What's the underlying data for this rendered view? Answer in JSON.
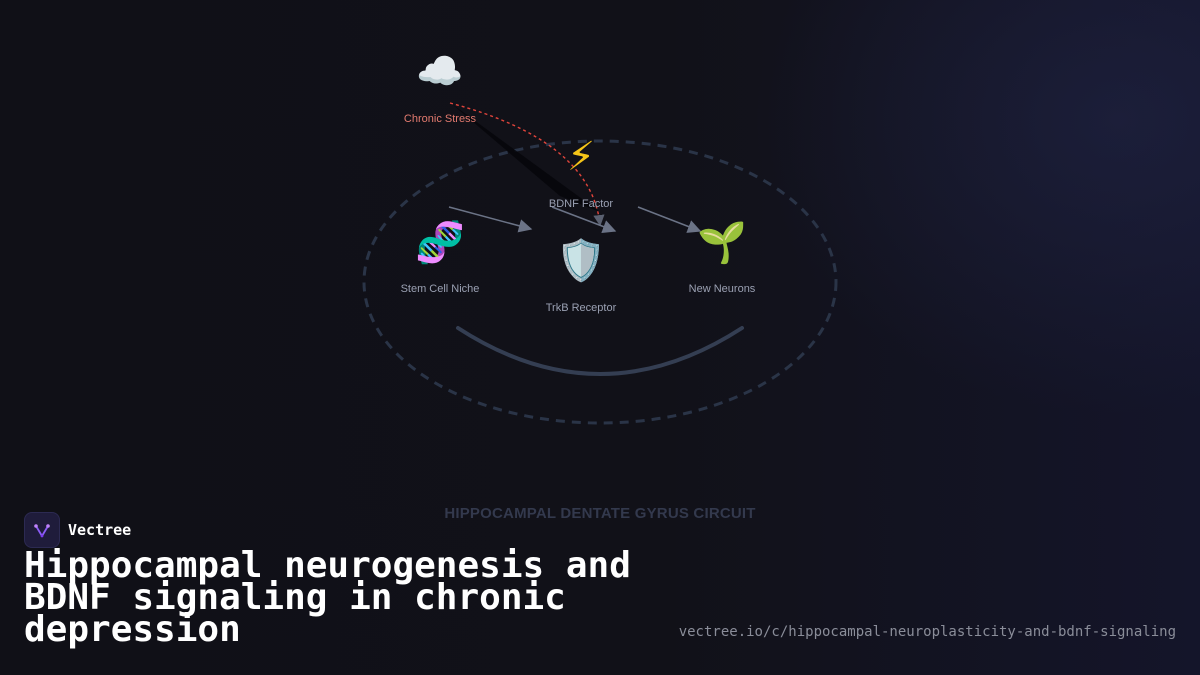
{
  "diagram": {
    "title": "HIPPOCAMPAL DENTATE GYRUS CIRCUIT",
    "nodes": {
      "stress": {
        "icon": "cloud-icon",
        "glyph": "☁️",
        "label": "Chronic Stress"
      },
      "bdnf": {
        "icon": "lightning-icon",
        "glyph": "⚡",
        "label": "BDNF Factor"
      },
      "stem": {
        "icon": "dna-icon",
        "glyph": "🧬",
        "label": "Stem Cell Niche"
      },
      "trkb": {
        "icon": "shield-icon",
        "glyph": "🛡️",
        "label": "TrkB Receptor"
      },
      "neurons": {
        "icon": "seedling-icon",
        "glyph": "🌱",
        "label": "New Neurons"
      }
    },
    "colors": {
      "stress_label": "#e27a6f",
      "stress_arrow": "#e0443b",
      "flow_arrow": "#6b7386",
      "circuit_outline": "#2a3447",
      "node_label": "#9aa0b2"
    }
  },
  "footer": {
    "brand_name": "Vectree",
    "headline": "Hippocampal neurogenesis and BDNF signaling in chronic depression",
    "url": "vectree.io/c/hippocampal-neuroplasticity-and-bdnf-signaling"
  }
}
